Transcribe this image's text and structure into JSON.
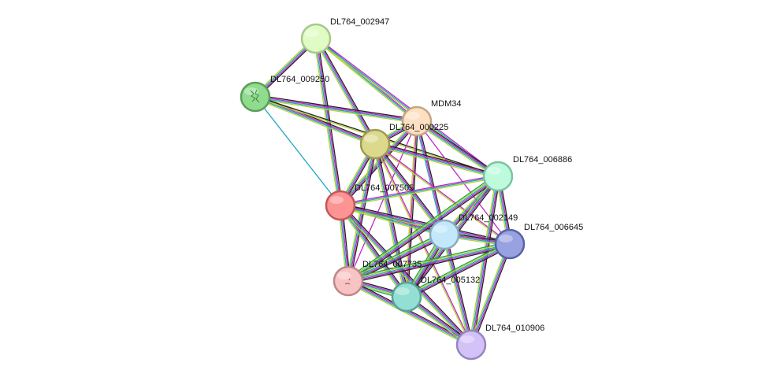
{
  "network": {
    "nodes": [
      {
        "id": "DL764_002947",
        "label": "DL764_002947",
        "fill": "#e0fcc4",
        "stroke": "#a6c88a"
      },
      {
        "id": "DL764_009250",
        "label": "DL764_009250",
        "fill": "#8fdc8e",
        "stroke": "#5c9e59"
      },
      {
        "id": "MDM34",
        "label": "MDM34",
        "fill": "#fde0c2",
        "stroke": "#c5a682"
      },
      {
        "id": "DL764_000225",
        "label": "DL764_000225",
        "fill": "#dcd98c",
        "stroke": "#9f9b51"
      },
      {
        "id": "DL764_006886",
        "label": "DL764_006886",
        "fill": "#bdfbdc",
        "stroke": "#7cc3a2"
      },
      {
        "id": "DL764_007505",
        "label": "DL764_007505",
        "fill": "#fd9393",
        "stroke": "#c45656"
      },
      {
        "id": "DL764_002149",
        "label": "DL764_002149",
        "fill": "#c3e8fb",
        "stroke": "#88acc0"
      },
      {
        "id": "DL764_006645",
        "label": "DL764_006645",
        "fill": "#98a2e0",
        "stroke": "#5762a5"
      },
      {
        "id": "DL764_007735",
        "label": "DL764_007735",
        "fill": "#f7c3c3",
        "stroke": "#bf8787"
      },
      {
        "id": "DL764_005132",
        "label": "DL764_005132",
        "fill": "#93dfd3",
        "stroke": "#57a396"
      },
      {
        "id": "DL764_010906",
        "label": "DL764_010906",
        "fill": "#d3c2f8",
        "stroke": "#9785bd"
      }
    ],
    "edge_colors": [
      "#222222",
      "#c623c9",
      "#1ea7c4",
      "#b4d42a",
      "#2e2ecf",
      "#23a04a"
    ],
    "edges": [
      {
        "source": "DL764_002947",
        "target": "DL764_009250",
        "types": [
          0,
          1,
          2,
          3
        ]
      },
      {
        "source": "DL764_002947",
        "target": "MDM34",
        "types": [
          1,
          2,
          3
        ]
      },
      {
        "source": "DL764_002947",
        "target": "DL764_000225",
        "types": [
          0,
          1,
          2,
          3
        ]
      },
      {
        "source": "DL764_002947",
        "target": "DL764_007505",
        "types": [
          0,
          1,
          2,
          3
        ]
      },
      {
        "source": "DL764_002947",
        "target": "DL764_006886",
        "types": [
          1,
          2,
          3
        ]
      },
      {
        "source": "DL764_009250",
        "target": "MDM34",
        "types": [
          0,
          1,
          2,
          3
        ]
      },
      {
        "source": "DL764_009250",
        "target": "DL764_000225",
        "types": [
          0,
          1,
          2,
          3
        ]
      },
      {
        "source": "DL764_009250",
        "target": "DL764_007505",
        "types": [
          2
        ]
      },
      {
        "source": "DL764_009250",
        "target": "DL764_006886",
        "types": [
          0,
          3
        ]
      },
      {
        "source": "MDM34",
        "target": "DL764_000225",
        "types": [
          0,
          1,
          2,
          3
        ]
      },
      {
        "source": "MDM34",
        "target": "DL764_007505",
        "types": [
          0,
          1,
          2,
          3
        ]
      },
      {
        "source": "MDM34",
        "target": "DL764_006886",
        "types": [
          0,
          1,
          2,
          3
        ]
      },
      {
        "source": "MDM34",
        "target": "DL764_006645",
        "types": [
          1
        ]
      },
      {
        "source": "MDM34",
        "target": "DL764_002149",
        "types": [
          0,
          1,
          2
        ]
      },
      {
        "source": "MDM34",
        "target": "DL764_005132",
        "types": [
          0,
          1,
          3
        ]
      },
      {
        "source": "MDM34",
        "target": "DL764_007735",
        "types": [
          1
        ]
      },
      {
        "source": "DL764_000225",
        "target": "DL764_007505",
        "types": [
          0,
          1,
          2,
          3
        ]
      },
      {
        "source": "DL764_000225",
        "target": "DL764_006886",
        "types": [
          0,
          1,
          2,
          3
        ]
      },
      {
        "source": "DL764_000225",
        "target": "DL764_002149",
        "types": [
          0,
          1,
          2,
          3
        ]
      },
      {
        "source": "DL764_000225",
        "target": "DL764_006645",
        "types": [
          1,
          3
        ]
      },
      {
        "source": "DL764_000225",
        "target": "DL764_007735",
        "types": [
          0,
          1,
          2,
          3
        ]
      },
      {
        "source": "DL764_000225",
        "target": "DL764_005132",
        "types": [
          0,
          1,
          2,
          3
        ]
      },
      {
        "source": "DL764_000225",
        "target": "DL764_010906",
        "types": [
          1,
          3
        ]
      },
      {
        "source": "DL764_007505",
        "target": "DL764_006886",
        "types": [
          1,
          2,
          3
        ]
      },
      {
        "source": "DL764_007505",
        "target": "DL764_002149",
        "types": [
          0,
          1,
          2,
          3
        ]
      },
      {
        "source": "DL764_007505",
        "target": "DL764_006645",
        "types": [
          0,
          1,
          2,
          3
        ]
      },
      {
        "source": "DL764_007505",
        "target": "DL764_007735",
        "types": [
          0,
          1,
          2,
          3
        ]
      },
      {
        "source": "DL764_007505",
        "target": "DL764_005132",
        "types": [
          0,
          1,
          2,
          3
        ]
      },
      {
        "source": "DL764_007505",
        "target": "DL764_010906",
        "types": [
          0,
          1,
          2,
          3
        ]
      },
      {
        "source": "DL764_006886",
        "target": "DL764_002149",
        "types": [
          0,
          1,
          2,
          3
        ]
      },
      {
        "source": "DL764_006886",
        "target": "DL764_006645",
        "types": [
          0,
          1,
          2,
          3
        ]
      },
      {
        "source": "DL764_006886",
        "target": "DL764_007735",
        "types": [
          0,
          1,
          2,
          3,
          5
        ]
      },
      {
        "source": "DL764_006886",
        "target": "DL764_005132",
        "types": [
          0,
          1,
          2,
          3
        ]
      },
      {
        "source": "DL764_006886",
        "target": "DL764_010906",
        "types": [
          0,
          1,
          2,
          3
        ]
      },
      {
        "source": "DL764_002149",
        "target": "DL764_006645",
        "types": [
          0,
          1,
          2,
          3
        ]
      },
      {
        "source": "DL764_002149",
        "target": "DL764_007735",
        "types": [
          0,
          1,
          2,
          3,
          5
        ]
      },
      {
        "source": "DL764_002149",
        "target": "DL764_005132",
        "types": [
          0,
          1,
          2,
          3,
          5
        ]
      },
      {
        "source": "DL764_002149",
        "target": "DL764_010906",
        "types": [
          0,
          1,
          2,
          3
        ]
      },
      {
        "source": "DL764_006645",
        "target": "DL764_007735",
        "types": [
          0,
          1,
          2,
          3,
          5
        ]
      },
      {
        "source": "DL764_006645",
        "target": "DL764_005132",
        "types": [
          0,
          1,
          2,
          3,
          5
        ]
      },
      {
        "source": "DL764_006645",
        "target": "DL764_010906",
        "types": [
          0,
          1,
          2,
          3
        ]
      },
      {
        "source": "DL764_007735",
        "target": "DL764_005132",
        "types": [
          0,
          1,
          2,
          3,
          5
        ]
      },
      {
        "source": "DL764_007735",
        "target": "DL764_010906",
        "types": [
          0,
          1,
          2,
          3
        ]
      },
      {
        "source": "DL764_005132",
        "target": "DL764_010906",
        "types": [
          0,
          1,
          2,
          3
        ]
      }
    ]
  }
}
